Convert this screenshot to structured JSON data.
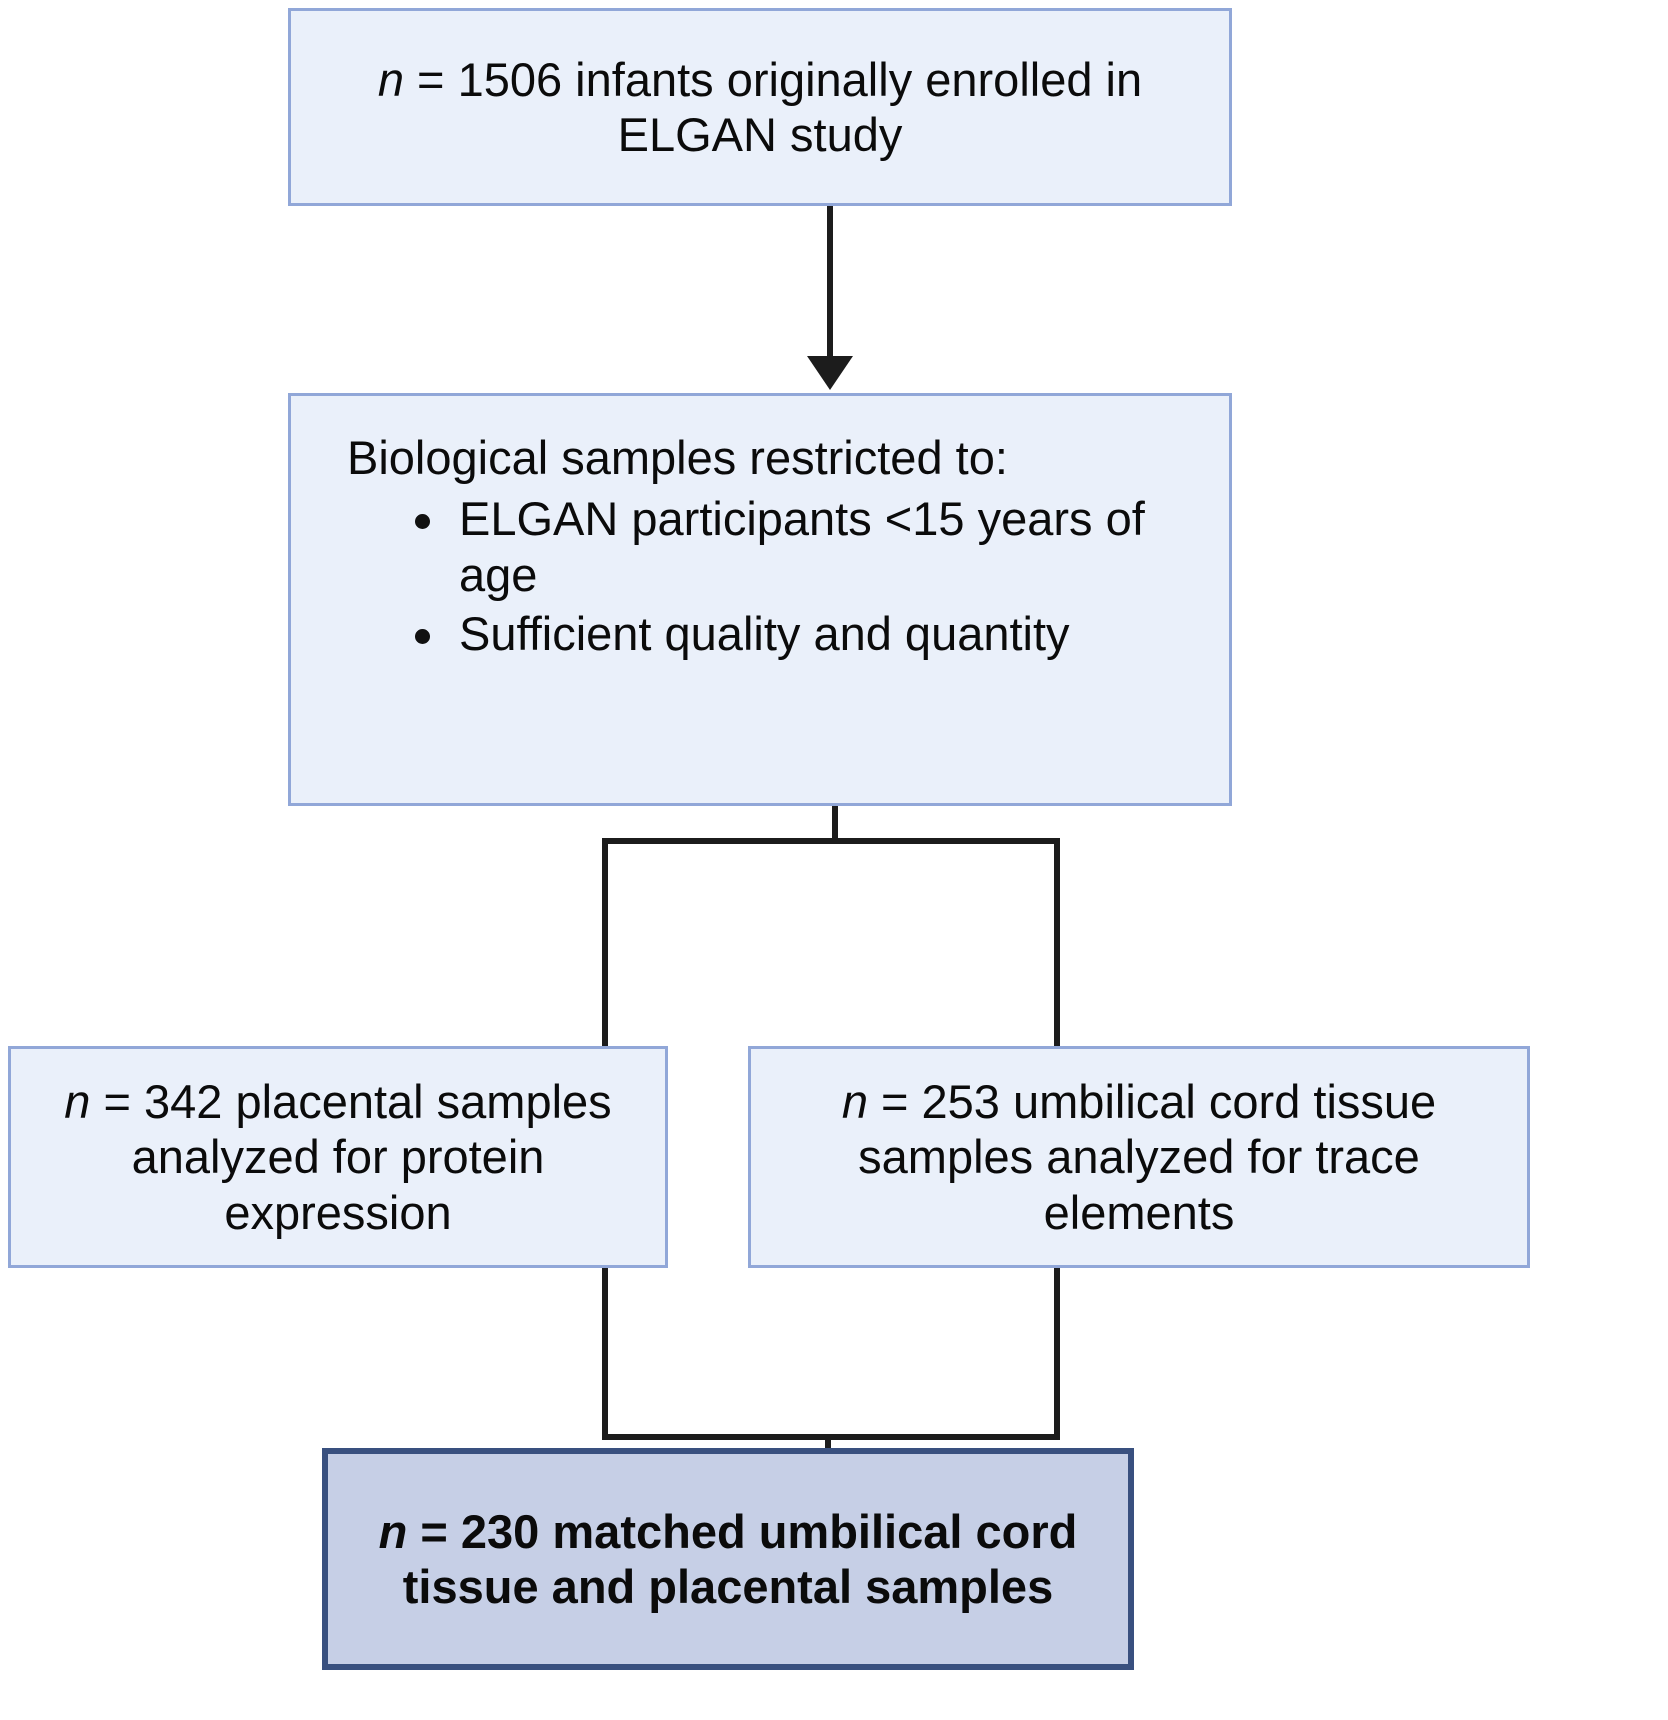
{
  "figure": {
    "type": "flowchart",
    "orientation": "top-to-bottom",
    "palette": {
      "node_fill": "#eaf0fa",
      "node_border": "#91a7d8",
      "emphasis_fill": "#c6cfe6",
      "emphasis_border": "#39507f",
      "connector": "#1c1c1c",
      "text": "#0b0b0b",
      "background": "#ffffff"
    }
  },
  "nodes": {
    "enrolled": {
      "id": "n1",
      "prefix_italic": "n",
      "text": " = 1506 infants originally enrolled in ELGAN study",
      "full_text": "n = 1506 infants originally enrolled in ELGAN study",
      "count": 1506,
      "emphasis": false
    },
    "restriction": {
      "id": "n2",
      "lead": "Biological samples restricted to:",
      "bullets": [
        "ELGAN participants <15 years of age",
        "Sufficient quality and quantity"
      ],
      "emphasis": false
    },
    "placental": {
      "id": "n3",
      "prefix_italic": "n",
      "text": " = 342 placental samples analyzed for protein expression",
      "full_text": "n = 342 placental samples analyzed for protein expression",
      "count": 342,
      "emphasis": false
    },
    "cord": {
      "id": "n4",
      "prefix_italic": "n",
      "text": " = 253 umbilical cord tissue samples analyzed for trace elements",
      "full_text": "n = 253 umbilical cord tissue samples analyzed for trace elements",
      "count": 253,
      "emphasis": false
    },
    "matched": {
      "id": "n5",
      "prefix_italic": "n",
      "text": " = 230 matched umbilical cord tissue and placental samples",
      "full_text": "n = 230 matched umbilical cord tissue and placental samples",
      "count": 230,
      "emphasis": true
    }
  },
  "edges": [
    {
      "name": "enrolled-to-restriction",
      "from": "enrolled",
      "to": "restriction",
      "style": "arrow"
    },
    {
      "name": "restriction-to-placental",
      "from": "restriction",
      "to": "placental",
      "style": "elbow"
    },
    {
      "name": "restriction-to-cord",
      "from": "restriction",
      "to": "cord",
      "style": "elbow"
    },
    {
      "name": "placental-to-matched",
      "from": "placental",
      "to": "matched",
      "style": "elbow"
    },
    {
      "name": "cord-to-matched",
      "from": "cord",
      "to": "matched",
      "style": "elbow"
    }
  ]
}
